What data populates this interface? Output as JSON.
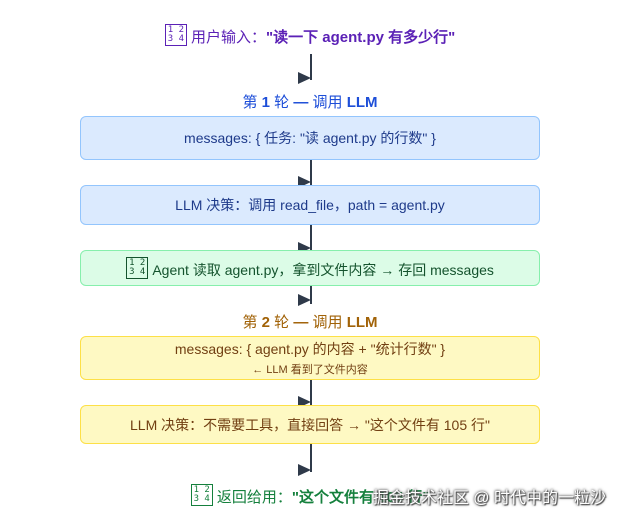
{
  "header": {
    "icon": "input-numbers-icon",
    "label": "用户输入：",
    "quote": "\"读一下 agent.py 有多少行\""
  },
  "round1": {
    "title_a": "第 ",
    "num": "1",
    "title_b": " 轮 ",
    "dash": "—",
    "title_c": " 调用 ",
    "llm": "LLM",
    "messages": "messages: { 任务: \"读 agent.py 的行数\" }",
    "decision": "LLM 决策：调用 read_file，path = agent.py",
    "agent_icon": "numbers-icon",
    "agent_action": "Agent 读取 agent.py，拿到文件内容 → 存回 messages"
  },
  "round2": {
    "title_a": "第 ",
    "num": "2",
    "title_b": " 轮 ",
    "dash": "—",
    "title_c": " 调用 ",
    "llm": "LLM",
    "messages": "messages: { agent.py 的内容 + \"统计行数\" }",
    "note": "← LLM 看到了文件内容",
    "decision": "LLM 决策：不需要工具，直接回答 → \"这个文件有 105 行\""
  },
  "footer": {
    "icon": "output-numbers-icon",
    "label": "返回给用：",
    "quote": "\"这个文件有 105 行\""
  },
  "watermark": "掘金技术社区 @ 时代中的一粒沙",
  "colors": {
    "purple": "#5b21b6",
    "blue": "#1d4ed8",
    "gold": "#a16207",
    "green": "#15803d",
    "line": "#2f3a4a"
  }
}
